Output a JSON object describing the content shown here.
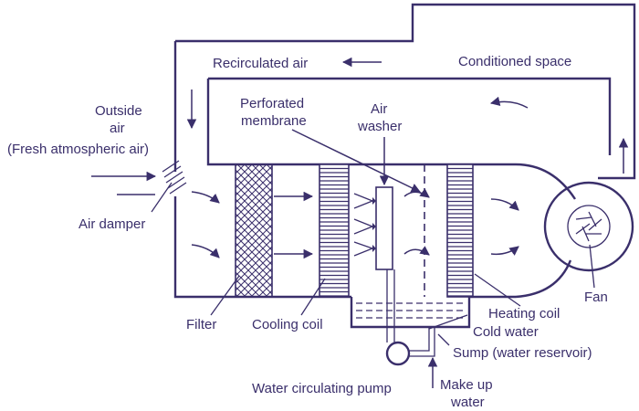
{
  "labels": {
    "recirculated_air": "Recirculated air",
    "conditioned_space": "Conditioned space",
    "outside_air_1": "Outside",
    "outside_air_2": "air",
    "fresh_air": "(Fresh atmospheric air)",
    "perforated_1": "Perforated",
    "perforated_2": "membrane",
    "air_washer_1": "Air",
    "air_washer_2": "washer",
    "air_damper": "Air damper",
    "filter": "Filter",
    "cooling_coil": "Cooling coil",
    "heating_coil": "Heating coil",
    "fan": "Fan",
    "cold_water": "Cold water",
    "sump": "Sump (water reservoir)",
    "pump": "Water circulating pump",
    "makeup_1": "Make up",
    "makeup_2": "water"
  },
  "colors": {
    "ink": "#3a2f6b",
    "background": "#ffffff"
  }
}
